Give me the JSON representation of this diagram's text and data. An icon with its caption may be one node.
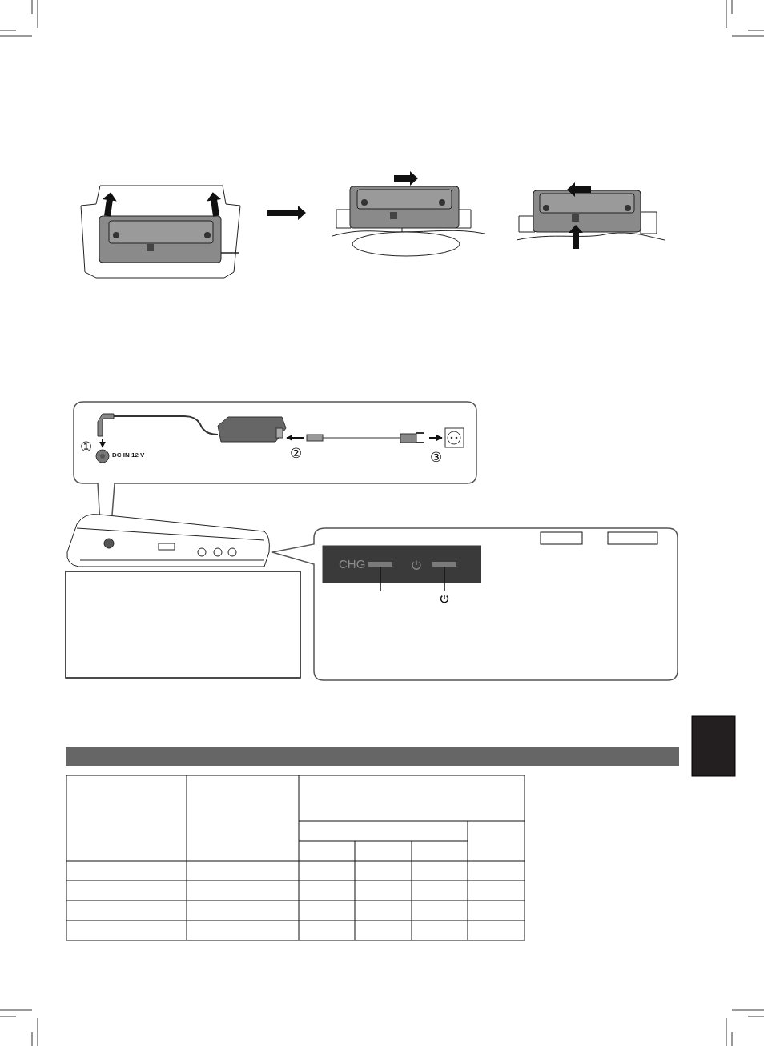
{
  "diagram": {
    "nodes": [
      {
        "text": [],
        "shape": "box"
      },
      {
        "text": [],
        "shape": "box"
      },
      {
        "text": [],
        "shape": "box"
      },
      {
        "text": [],
        "shape": "bar"
      },
      {
        "text": [],
        "shape": "box"
      },
      {
        "text": [],
        "shape": "box"
      },
      {
        "text": [],
        "shape": "bar",
        "in": 5
      },
      {
        "text": [],
        "shape": "bar",
        "in": 5
      }
    ],
    "edges": [
      {
        "from": null,
        "to": 6,
        "arrow": "none"
      },
      {
        "from": null,
        "to": 7,
        "arrow": "none"
      }
    ],
    "labels": [
      "①",
      "DC IN 12 V",
      "②",
      "③",
      "CHG"
    ]
  }
}
